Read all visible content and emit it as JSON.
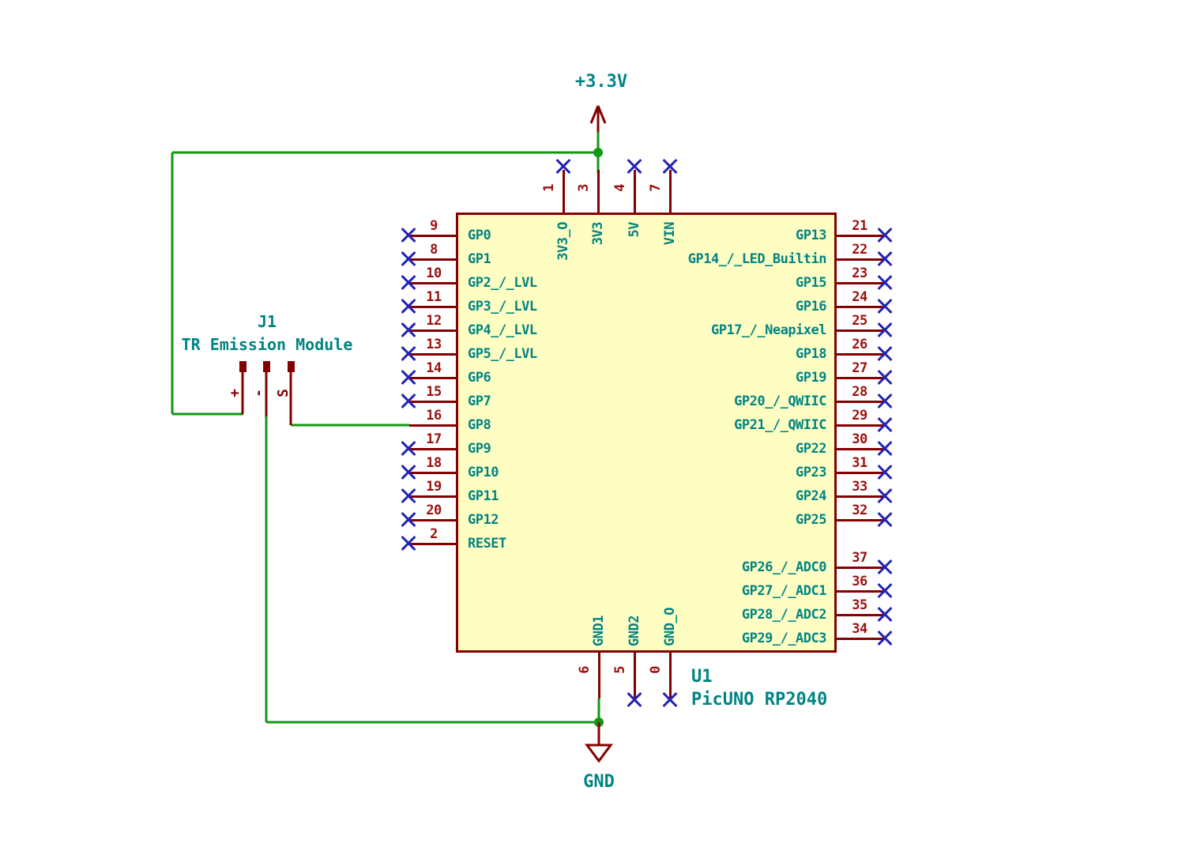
{
  "colors": {
    "background": "#ffffff",
    "wire_green": "#149614",
    "pin_red": "#840000",
    "pin_number_red": "#9b1010",
    "text_teal": "#008484",
    "no_connect_blue": "#2323b4",
    "body_fill_yellow": "#fffec2",
    "body_border_red": "#840000"
  },
  "power": {
    "v33_label": "+3.3V",
    "gnd_label": "GND"
  },
  "connector": {
    "ref": "J1",
    "value": "TR Emission Module",
    "pins": [
      {
        "name": "+"
      },
      {
        "name": "-"
      },
      {
        "name": "S"
      }
    ]
  },
  "ic": {
    "ref": "U1",
    "value": "PicUNO RP2040",
    "left_pins": [
      {
        "num": "9",
        "name": "GP0",
        "nc": true
      },
      {
        "num": "8",
        "name": "GP1",
        "nc": true
      },
      {
        "num": "10",
        "name": "GP2_/_LVL",
        "nc": true
      },
      {
        "num": "11",
        "name": "GP3_/_LVL",
        "nc": true
      },
      {
        "num": "12",
        "name": "GP4_/_LVL",
        "nc": true
      },
      {
        "num": "13",
        "name": "GP5_/_LVL",
        "nc": true
      },
      {
        "num": "14",
        "name": "GP6",
        "nc": true
      },
      {
        "num": "15",
        "name": "GP7",
        "nc": true
      },
      {
        "num": "16",
        "name": "GP8",
        "nc": false
      },
      {
        "num": "17",
        "name": "GP9",
        "nc": true
      },
      {
        "num": "18",
        "name": "GP10",
        "nc": true
      },
      {
        "num": "19",
        "name": "GP11",
        "nc": true
      },
      {
        "num": "20",
        "name": "GP12",
        "nc": true
      },
      {
        "num": "2",
        "name": "RESET",
        "nc": true
      }
    ],
    "right_pins_main": [
      {
        "num": "21",
        "name": "GP13",
        "nc": true
      },
      {
        "num": "22",
        "name": "GP14_/_LED_Builtin",
        "nc": true
      },
      {
        "num": "23",
        "name": "GP15",
        "nc": true
      },
      {
        "num": "24",
        "name": "GP16",
        "nc": true
      },
      {
        "num": "25",
        "name": "GP17_/_Neapixel",
        "nc": true
      },
      {
        "num": "26",
        "name": "GP18",
        "nc": true
      },
      {
        "num": "27",
        "name": "GP19",
        "nc": true
      },
      {
        "num": "28",
        "name": "GP20_/_QWIIC",
        "nc": true
      },
      {
        "num": "29",
        "name": "GP21_/_QWIIC",
        "nc": true
      },
      {
        "num": "30",
        "name": "GP22",
        "nc": true
      },
      {
        "num": "31",
        "name": "GP23",
        "nc": true
      },
      {
        "num": "33",
        "name": "GP24",
        "nc": true
      },
      {
        "num": "32",
        "name": "GP25",
        "nc": true
      }
    ],
    "right_pins_adc": [
      {
        "num": "37",
        "name": "GP26_/_ADC0",
        "nc": true
      },
      {
        "num": "36",
        "name": "GP27_/_ADC1",
        "nc": true
      },
      {
        "num": "35",
        "name": "GP28_/_ADC2",
        "nc": true
      },
      {
        "num": "34",
        "name": "GP29_/_ADC3",
        "nc": true
      }
    ],
    "top_pins": [
      {
        "num": "1",
        "name": "3V3_O",
        "nc": true
      },
      {
        "num": "3",
        "name": "3V3",
        "nc": false
      },
      {
        "num": "4",
        "name": "5V",
        "nc": true
      },
      {
        "num": "7",
        "name": "VIN",
        "nc": true
      }
    ],
    "bottom_pins": [
      {
        "num": "6",
        "name": "GND1",
        "nc": false
      },
      {
        "num": "5",
        "name": "GND2",
        "nc": true
      },
      {
        "num": "0",
        "name": "GND_O",
        "nc": true
      }
    ]
  }
}
